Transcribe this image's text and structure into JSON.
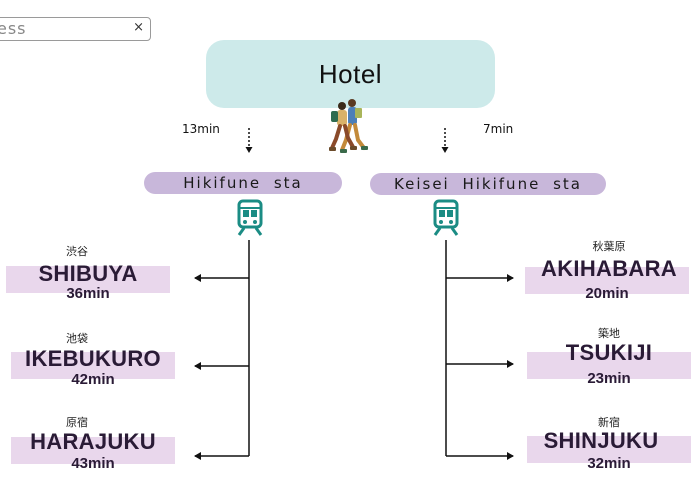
{
  "search": {
    "value": "ess",
    "clear_label": "×"
  },
  "hotel": {
    "title": "Hotel"
  },
  "times": {
    "left": "13min",
    "right": "7min"
  },
  "stations": {
    "left": "Hikifune sta",
    "right": "Keisei Hikifune sta"
  },
  "icons": {
    "traveler": "traveler-couple-icon",
    "train": "train-icon"
  },
  "colors": {
    "hotel_box": "#cdeaea",
    "station_pill": "#c8b7da",
    "destination_bar": "#e9d7ec",
    "train_icon": "#1b8c84",
    "destination_text": "#2a1b36"
  },
  "destinations": {
    "left": [
      {
        "kanji": "渋谷",
        "name": "SHIBUYA",
        "time": "36min"
      },
      {
        "kanji": "池袋",
        "name": "IKEBUKURO",
        "time": "42min"
      },
      {
        "kanji": "原宿",
        "name": "HARAJUKU",
        "time": "43min"
      }
    ],
    "right": [
      {
        "kanji": "秋葉原",
        "name": "AKIHABARA",
        "time": "20min"
      },
      {
        "kanji": "築地",
        "name": "TSUKIJI",
        "time": "23min"
      },
      {
        "kanji": "新宿",
        "name": "SHINJUKU",
        "time": "32min"
      }
    ]
  }
}
